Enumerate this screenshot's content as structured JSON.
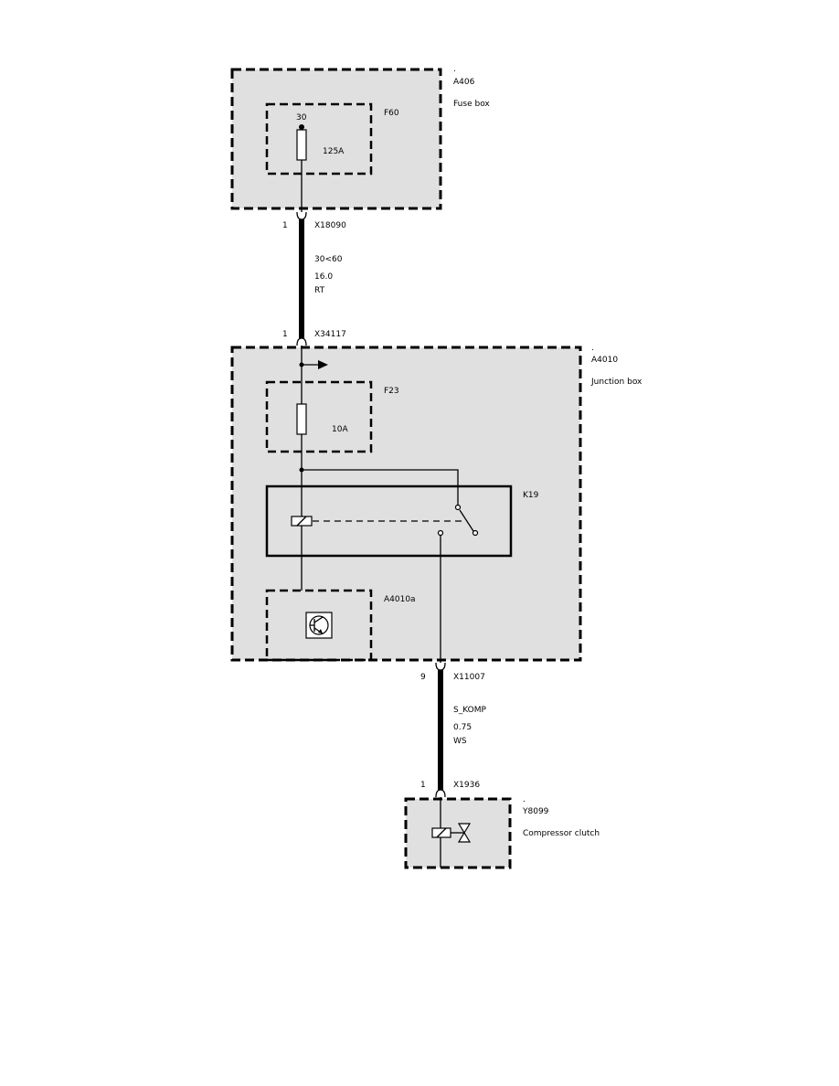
{
  "components": {
    "fuse_box": {
      "dot": ".",
      "id": "A406",
      "name": "Fuse box"
    },
    "fuse_f60": {
      "id": "F60",
      "terminal": "30",
      "rating": "125A"
    },
    "junction_box": {
      "dot": ".",
      "id": "A4010",
      "name": "Junction box"
    },
    "fuse_f23": {
      "id": "F23",
      "rating": "10A"
    },
    "relay_k19": {
      "id": "K19"
    },
    "module_a4010a": {
      "id": "A4010a"
    },
    "compressor_clutch": {
      "dot": ".",
      "id": "Y8099",
      "name": "Compressor clutch"
    }
  },
  "connectors": [
    {
      "pin": "1",
      "id": "X18090"
    },
    {
      "pin": "1",
      "id": "X34117"
    },
    {
      "pin": "9",
      "id": "X11007"
    },
    {
      "pin": "1",
      "id": "X1936"
    }
  ],
  "wires": [
    {
      "signal": "30<60",
      "gauge": "16.0",
      "color": "RT"
    },
    {
      "signal": "S_KOMP",
      "gauge": "0.75",
      "color": "WS"
    }
  ]
}
